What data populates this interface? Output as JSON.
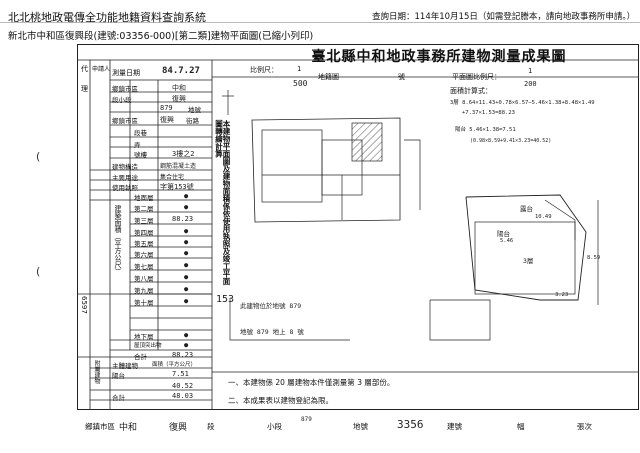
{
  "header": {
    "system_title": "北北桃地政電傳全功能地籍資料查詢系統",
    "query_date": "查詢日期：114年10月15日（如需登記謄本，請向地政事務所申請。）",
    "subtitle": "新北市中和區復興段(建號:03356-000)[第二類]建物平面圖(已縮小列印)"
  },
  "form": {
    "title": "臺北縣中和地政事務所建物測量成果圖",
    "agent_label_a": "代",
    "agent_label_b": "理",
    "applicant_label": "申請人",
    "measure_date_label": "測量日期",
    "measure_date_value": "84.7.27",
    "scale_label": "比例尺：",
    "scale_value": "1",
    "scale_denominator": "500",
    "sheet_no_label": "地籍圖",
    "number_label": "號",
    "plan_scale_label": "平面圖比例尺：",
    "plan_scale_value": "1",
    "plan_scale_denominator": "200",
    "area_calc_label": "面積計算式："
  },
  "left_table": {
    "rows": [
      {
        "label": "鄉鎮市區",
        "value": "中和"
      },
      {
        "label": "段小段",
        "value": "復興"
      },
      {
        "label": "地號",
        "value": "879"
      },
      {
        "label": "鄉鎮市區",
        "value": ""
      },
      {
        "label": "街路",
        "value": "復興"
      },
      {
        "label": "段巷",
        "value": ""
      },
      {
        "label": "弄",
        "value": ""
      },
      {
        "label": "號樓",
        "value": "3樓之2"
      },
      {
        "label": "建物構造",
        "value": "鋼筋混凝土造"
      },
      {
        "label": "主要用途",
        "value": "集合住宅"
      },
      {
        "label": "使用執照",
        "value": "字第153號"
      }
    ],
    "floors": [
      {
        "name": "地面層",
        "value": "●"
      },
      {
        "name": "第二層",
        "value": "●"
      },
      {
        "name": "第三層",
        "value": "88.23"
      },
      {
        "name": "第四層",
        "value": "●"
      },
      {
        "name": "第五層",
        "value": "●"
      },
      {
        "name": "第六層",
        "value": "●"
      },
      {
        "name": "第七層",
        "value": "●"
      },
      {
        "name": "第八層",
        "value": "●"
      },
      {
        "name": "第九層",
        "value": "●"
      },
      {
        "name": "第十層",
        "value": "●"
      },
      {
        "name": "地下層",
        "value": "●"
      },
      {
        "name": "屋頂突出物",
        "value": "●"
      }
    ],
    "area_heading": "建築面積（平方公尺）",
    "total_label": "合計",
    "total_value": "88.23",
    "annex_heading": "附屬建物",
    "annex_rows": [
      {
        "label": "主體建物",
        "value": "面積（平方公尺）"
      },
      {
        "label": "陽台",
        "value": "7.51"
      },
      {
        "label": "",
        "value": "40.52"
      },
      {
        "label": "合計",
        "value": "48.03"
      }
    ],
    "usage_code": "6597"
  },
  "drawing": {
    "stamp_text": "本建物平面圖及建物面積係依使用執照及竣工平面圖轉繪計算",
    "permit_no": "153",
    "area_formula_1": "3層 8.64×11.43+0.78×6.57−5.46×1.38+8.48×1.49",
    "area_formula_2": "+7.37×1.53=88.23",
    "area_formula_3": "陽台 5.46×1.38=7.51",
    "area_formula_4": "(0.98×8.59+9.41×3.23=40.52)",
    "balcony_label": "陽台",
    "balcony_label_2": "露台",
    "floor_label": "3層",
    "dim_1": "10.49",
    "dim_2": "5.46",
    "dim_3": "8.59",
    "dim_4": "3.23",
    "handwritten_1": "此建物位於地號 879",
    "handwritten_2": "地號 879 地上 8 號"
  },
  "notes": [
    "一、本建物係  20  層建物本件僅測量第  3  層部份。",
    "二、本成果表以建物登記為限。"
  ],
  "footer": {
    "township": "中和",
    "township_label": "鄉鎮市區",
    "section": "復興",
    "section_label": "段",
    "subsection_label": "小段",
    "lot_no": "879",
    "lot_label": "地號",
    "building_no": "3356",
    "building_label": "建號",
    "sheet_label": "幅",
    "sheet_suffix": "張次"
  }
}
